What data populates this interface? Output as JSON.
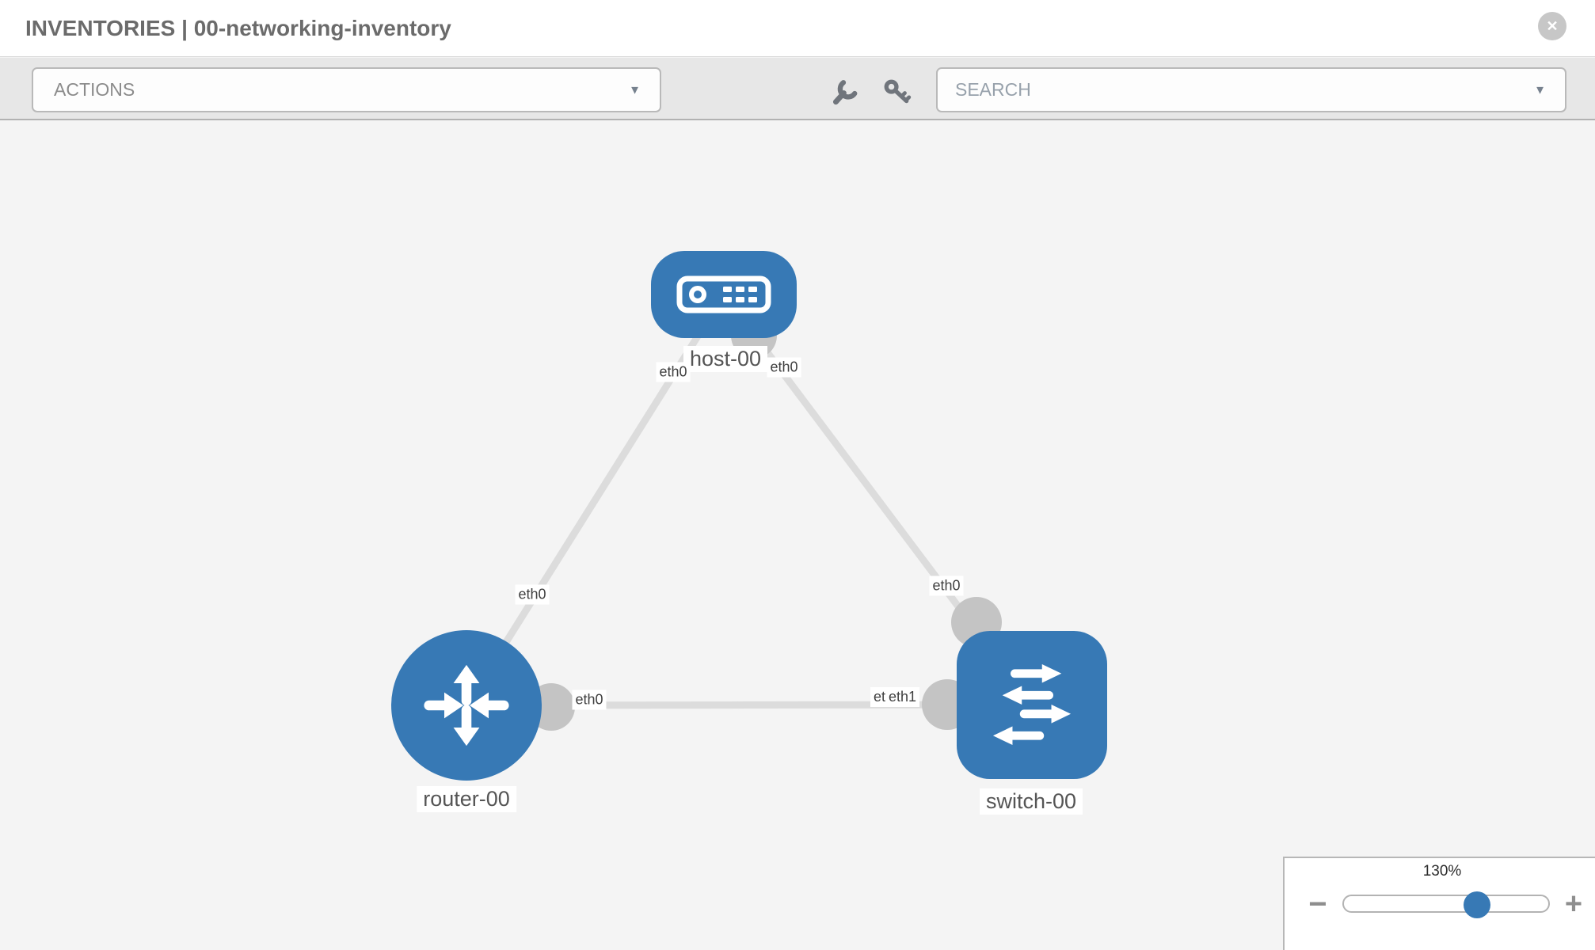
{
  "header": {
    "title": "INVENTORIES | 00-networking-inventory"
  },
  "icons": {
    "close": "✕",
    "caret": "▼",
    "minus": "−",
    "plus": "+"
  },
  "toolbar": {
    "actions_label": "ACTIONS",
    "search_placeholder": "SEARCH"
  },
  "colors": {
    "node_blue": "#3779b5",
    "link_gray": "#dcdcdc",
    "connector_gray": "#c4c4c4",
    "canvas_bg": "#f4f4f4",
    "toolbar_bg": "#e7e7e7"
  },
  "topology": {
    "nodes": [
      {
        "id": "host-00",
        "type": "host",
        "label": "host-00"
      },
      {
        "id": "router-00",
        "type": "router",
        "label": "router-00"
      },
      {
        "id": "switch-00",
        "type": "switch",
        "label": "switch-00"
      }
    ],
    "links": [
      {
        "from": "host-00",
        "to": "router-00",
        "from_iface": "eth0",
        "to_iface": "eth0"
      },
      {
        "from": "host-00",
        "to": "switch-00",
        "from_iface": "eth0",
        "to_iface": "eth0"
      },
      {
        "from": "router-00",
        "to": "switch-00",
        "from_iface": "eth0",
        "to_iface": "eth1"
      }
    ],
    "iface_labels": {
      "host_left": "eth0",
      "host_right": "eth0",
      "router_top": "eth0",
      "router_right": "eth0",
      "switch_top": "eth0",
      "switch_left_under": "eth1",
      "switch_left_over": "eth1"
    }
  },
  "zoom_control": {
    "value_label": "130%"
  }
}
